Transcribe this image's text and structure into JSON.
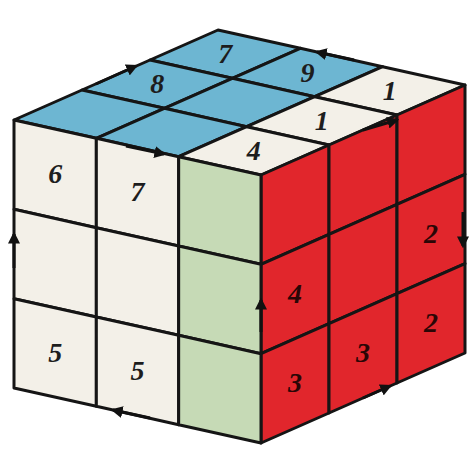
{
  "diagram": {
    "labels": [
      "7",
      "9",
      "8",
      "1",
      "1",
      "4",
      "6",
      "7",
      "2",
      "4",
      "2",
      "5",
      "5",
      "3",
      "3"
    ]
  }
}
